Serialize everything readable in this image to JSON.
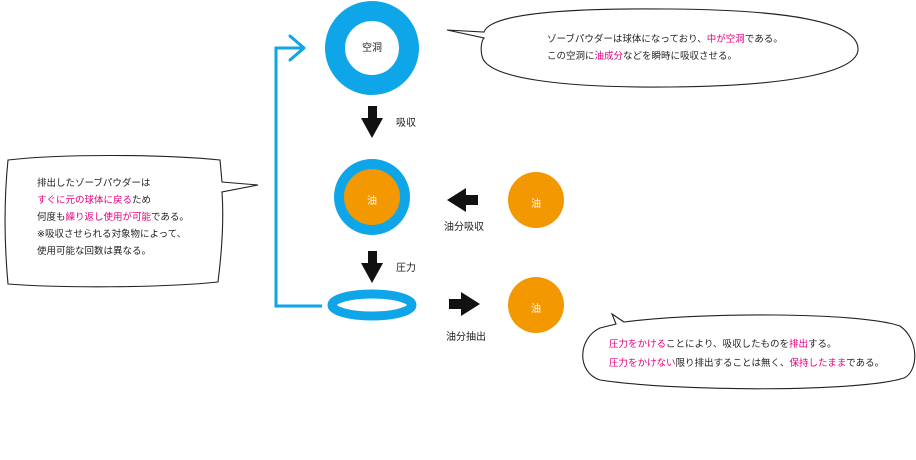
{
  "colors": {
    "blue": "#0ea5e9",
    "orange": "#f39800",
    "highlight": "#e5007f",
    "ink": "#111111"
  },
  "states": {
    "empty_label": "空洞",
    "oil_core_label": "油"
  },
  "steps": {
    "absorb": "吸収",
    "pressure": "圧力",
    "oil_absorb": "油分吸収",
    "oil_extract": "油分抽出"
  },
  "oil_drops": {
    "incoming": "油",
    "outgoing": "油"
  },
  "bubble_top": {
    "line1": {
      "a": "ゾーブパウダーは球体になっており、",
      "b": "中が空洞",
      "c": "である。"
    },
    "line2": {
      "a": "この空洞に",
      "b": "油成分",
      "c": "などを瞬時に吸収させる。"
    }
  },
  "bubble_left": {
    "line1": "排出したゾーブパウダーは",
    "line2": {
      "a": "すぐに元の球体に戻る",
      "b": "ため"
    },
    "line3": {
      "a": "何度も",
      "b": "繰り返し使用が可能",
      "c": "である。"
    },
    "line4": "※吸収させられる対象物によって、",
    "line5": "使用可能な回数は異なる。"
  },
  "bubble_bottom": {
    "line1": {
      "a": "圧力をかける",
      "b": "ことにより、吸収したものを",
      "c": "排出",
      "d": "する。"
    },
    "line2": {
      "a": "圧力をかけない",
      "b": "限り排出することは無く、",
      "c": "保持したまま",
      "d": "である。"
    }
  }
}
